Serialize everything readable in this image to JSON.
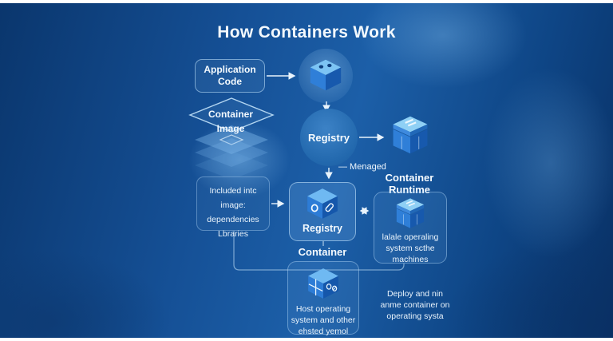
{
  "title": "How Containers Work",
  "nodes": {
    "app_code": {
      "label": "Application\nCode"
    },
    "container_image": {
      "label": "Container\nImage"
    },
    "registry_circle": {
      "label": "Registry"
    },
    "managed_edge": {
      "label": "— Menaged"
    },
    "container_runtime": {
      "label": "Container\nRuntime"
    },
    "included_note": {
      "text": "Included intc\nimage:\ndependencies\nLbraries"
    },
    "container_box": {
      "label": "Registry",
      "caption": "Container"
    },
    "os_box": {
      "text": "lalale operaling\nsystem scthe\nmachines"
    },
    "host_box": {
      "text": "Host operating\nsystem and other\nehsted yemol"
    },
    "deploy_note": {
      "text": "Deploy and nin\nanme container on\noperating systa"
    }
  },
  "icons": {
    "top_cube": "cube-with-dots-icon",
    "runtime_cube": "layered-cube-icon",
    "registry_cube": "cube-tools-icon",
    "os_cube": "layered-cube-icon",
    "host_cube": "window-cube-icon",
    "image_layers": "stacked-diamond-layers-icon"
  },
  "colors": {
    "background_dark": "#0a366d",
    "background_mid": "#1c5fa8",
    "cube_top": "#7cc4f4",
    "cube_left": "#2f7fd8",
    "cube_right": "#1759ad",
    "text": "#f4fafe",
    "line": "#e8f3fc"
  }
}
